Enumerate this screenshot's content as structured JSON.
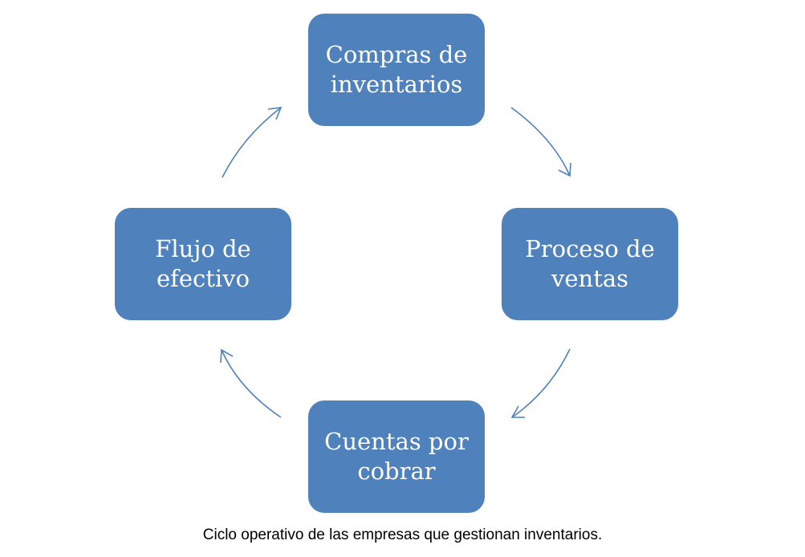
{
  "diagram": {
    "nodes": [
      {
        "id": "top",
        "label": "Compras de\ninventarios"
      },
      {
        "id": "right",
        "label": "Proceso de\nventas"
      },
      {
        "id": "bottom",
        "label": "Cuentas por\ncobrar"
      },
      {
        "id": "left",
        "label": "Flujo de\nefectivo"
      }
    ],
    "arrows": [
      {
        "from": "top",
        "to": "right"
      },
      {
        "from": "right",
        "to": "bottom"
      },
      {
        "from": "bottom",
        "to": "left"
      },
      {
        "from": "left",
        "to": "top"
      }
    ],
    "colors": {
      "node_fill": "#4f81bd",
      "node_text": "#ffffff",
      "arrow": "#4f81bd"
    }
  },
  "caption": "Ciclo operativo de las empresas que gestionan inventarios."
}
